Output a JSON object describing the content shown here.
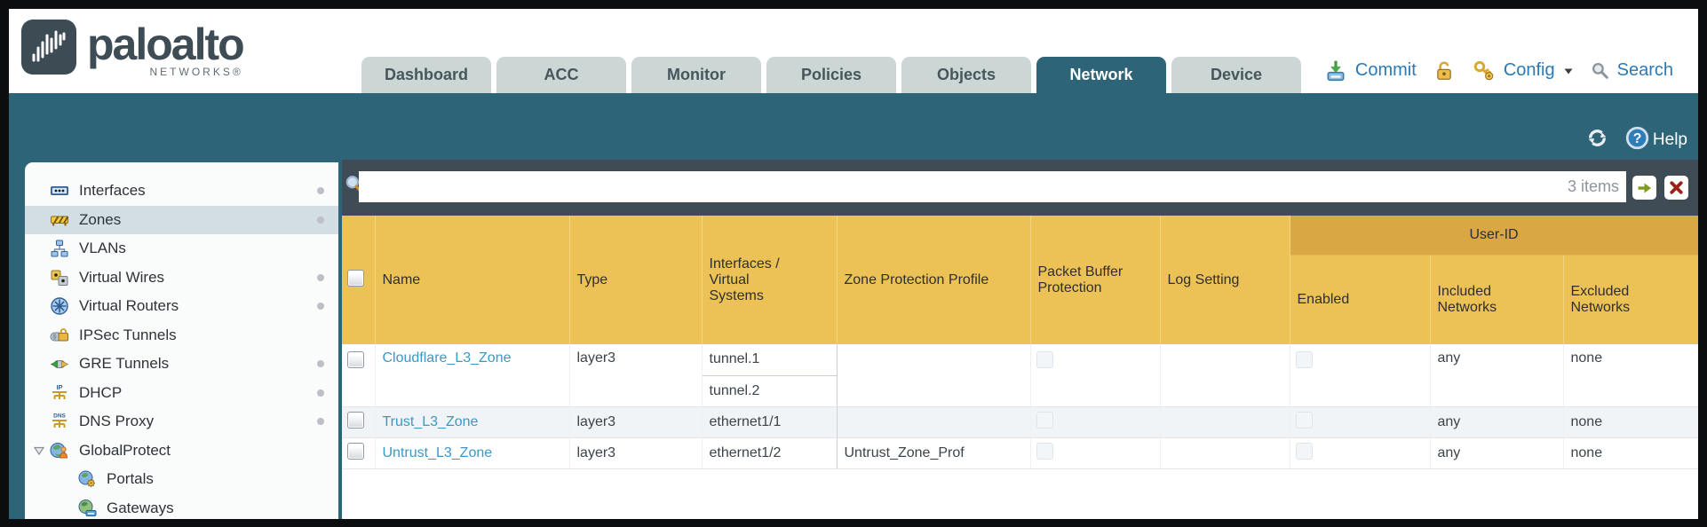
{
  "header": {
    "brand": "paloalto",
    "brand_sub": "NETWORKS®",
    "tabs": [
      {
        "label": "Dashboard",
        "active": false
      },
      {
        "label": "ACC",
        "active": false
      },
      {
        "label": "Monitor",
        "active": false
      },
      {
        "label": "Policies",
        "active": false
      },
      {
        "label": "Objects",
        "active": false
      },
      {
        "label": "Network",
        "active": true
      },
      {
        "label": "Device",
        "active": false
      }
    ],
    "actions": {
      "commit": "Commit",
      "config": "Config",
      "search": "Search"
    }
  },
  "toolbar": {
    "help_label": "Help"
  },
  "sidebar": {
    "items": [
      {
        "label": "Interfaces",
        "icon": "interfaces-icon",
        "dot": true
      },
      {
        "label": "Zones",
        "icon": "zones-icon",
        "selected": true,
        "dot": true
      },
      {
        "label": "VLANs",
        "icon": "vlans-icon"
      },
      {
        "label": "Virtual Wires",
        "icon": "virtual-wires-icon",
        "dot": true
      },
      {
        "label": "Virtual Routers",
        "icon": "virtual-routers-icon",
        "dot": true
      },
      {
        "label": "IPSec Tunnels",
        "icon": "ipsec-tunnels-icon"
      },
      {
        "label": "GRE Tunnels",
        "icon": "gre-tunnels-icon",
        "dot": true
      },
      {
        "label": "DHCP",
        "icon": "dhcp-icon",
        "dot": true
      },
      {
        "label": "DNS Proxy",
        "icon": "dns-proxy-icon",
        "dot": true
      },
      {
        "label": "GlobalProtect",
        "icon": "globalprotect-icon",
        "expander": true
      },
      {
        "label": "Portals",
        "icon": "portals-icon",
        "indent": true
      },
      {
        "label": "Gateways",
        "icon": "gateways-icon",
        "indent": true
      }
    ]
  },
  "filter": {
    "value": "",
    "count_label": "3 items"
  },
  "table": {
    "user_id_header": "User-ID",
    "columns": [
      "",
      "Name",
      "Type",
      "Interfaces / Virtual Systems",
      "Zone Protection Profile",
      "Packet Buffer Protection",
      "Log Setting",
      "Enabled",
      "Included Networks",
      "Excluded Networks"
    ],
    "rows": [
      {
        "name": "Cloudflare_L3_Zone",
        "type": "layer3",
        "interfaces": [
          "tunnel.1",
          "tunnel.2"
        ],
        "zone_protection_profile": "",
        "log_setting": "",
        "included_networks": "any",
        "excluded_networks": "none"
      },
      {
        "name": "Trust_L3_Zone",
        "type": "layer3",
        "interfaces": [
          "ethernet1/1"
        ],
        "zone_protection_profile": "",
        "log_setting": "",
        "included_networks": "any",
        "excluded_networks": "none"
      },
      {
        "name": "Untrust_L3_Zone",
        "type": "layer3",
        "interfaces": [
          "ethernet1/2"
        ],
        "zone_protection_profile": "Untrust_Zone_Prof",
        "log_setting": "",
        "included_networks": "any",
        "excluded_networks": "none"
      }
    ]
  },
  "colors": {
    "accent_teal": "#2e6478",
    "amber_header": "#ecc257",
    "amber_user_id": "#d9a844",
    "link_blue": "#3a98c4",
    "slate_bar": "#404c55"
  }
}
